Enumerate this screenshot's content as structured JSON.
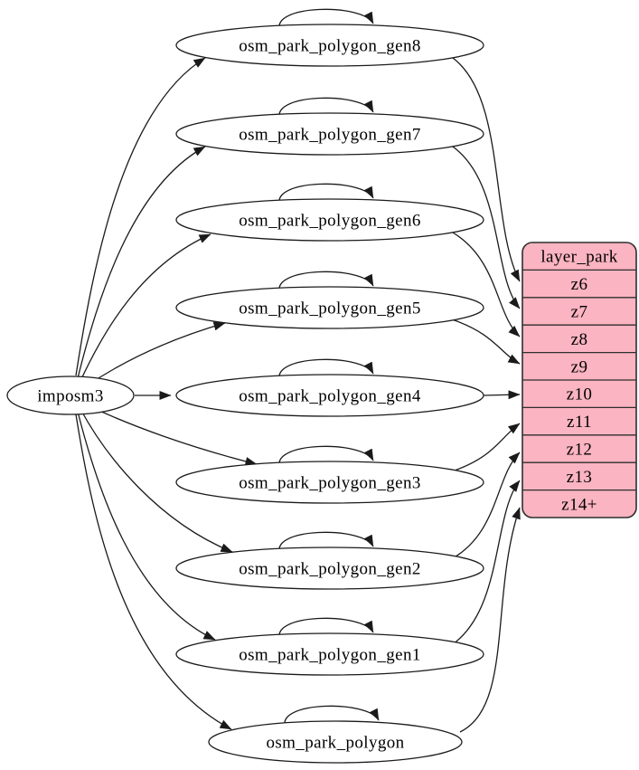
{
  "colors": {
    "background": "#ffffff",
    "table_node_fill": "#ffffff",
    "layer_node_fill": "#fbb4c1",
    "node_stroke": "#1b1b1b",
    "edge_stroke": "#1a1a1a",
    "text": "#000000"
  },
  "source_node": {
    "label": "imposm3"
  },
  "table_nodes": [
    {
      "label": "osm_park_polygon_gen8",
      "target": "z6"
    },
    {
      "label": "osm_park_polygon_gen7",
      "target": "z7"
    },
    {
      "label": "osm_park_polygon_gen6",
      "target": "z8"
    },
    {
      "label": "osm_park_polygon_gen5",
      "target": "z9"
    },
    {
      "label": "osm_park_polygon_gen4",
      "target": "z10"
    },
    {
      "label": "osm_park_polygon_gen3",
      "target": "z11"
    },
    {
      "label": "osm_park_polygon_gen2",
      "target": "z12"
    },
    {
      "label": "osm_park_polygon_gen1",
      "target": "z13"
    },
    {
      "label": "osm_park_polygon",
      "target": "z14+"
    }
  ],
  "layer_node": {
    "title": "layer_park",
    "rows": [
      "z6",
      "z7",
      "z8",
      "z9",
      "z10",
      "z11",
      "z12",
      "z13",
      "z14+"
    ]
  }
}
